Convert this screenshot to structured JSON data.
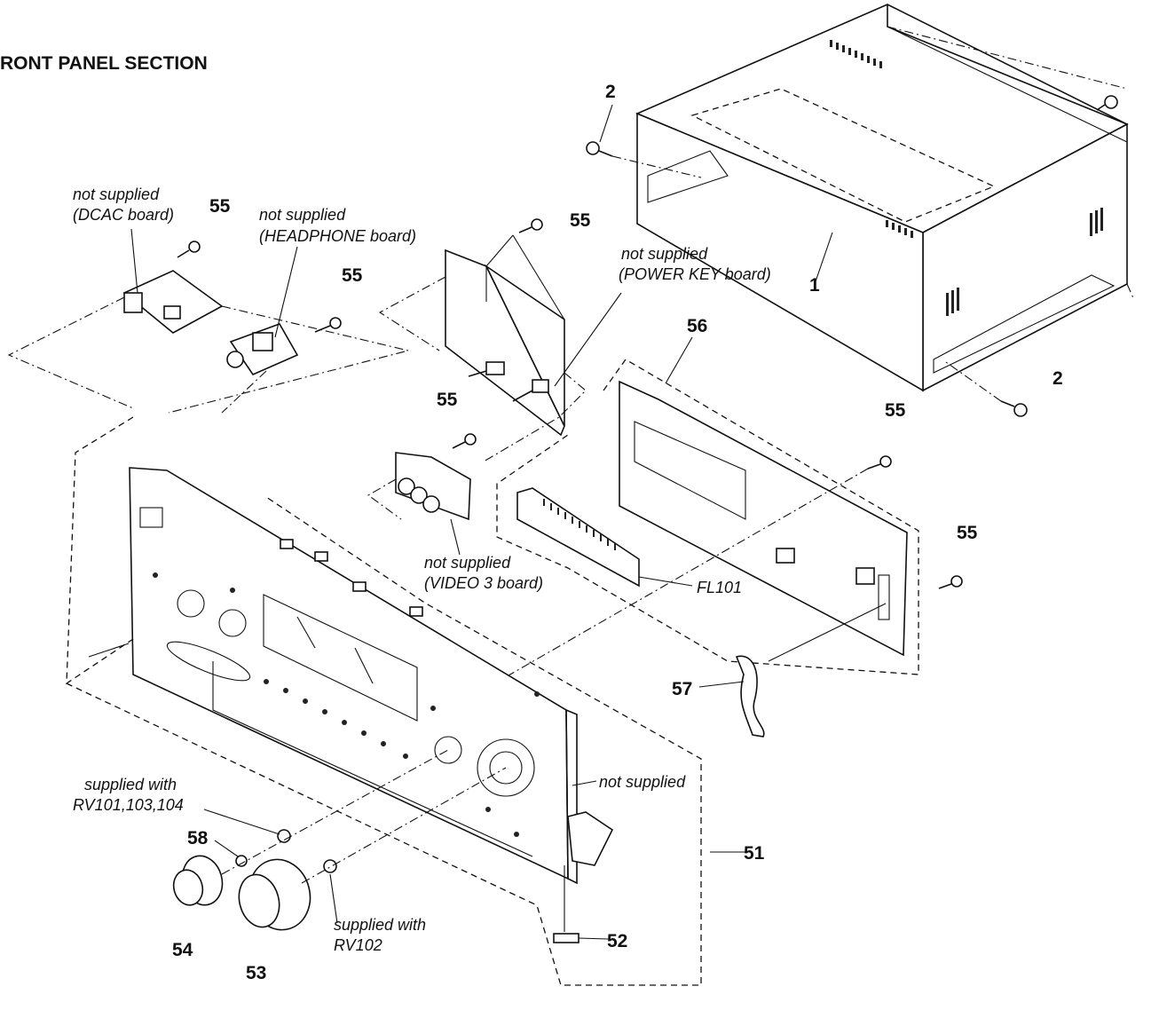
{
  "title": "RONT PANEL SECTION",
  "callouts": {
    "c1": "1",
    "c2a": "2",
    "c2b": "2",
    "c51": "51",
    "c52": "52",
    "c53": "53",
    "c54": "54",
    "c55a": "55",
    "c55b": "55",
    "c55c": "55",
    "c55d": "55",
    "c55e": "55",
    "c55f": "55",
    "c56": "56",
    "c57": "57",
    "c58": "58"
  },
  "notes": {
    "dcac_1": "not supplied",
    "dcac_2": "(DCAC board)",
    "headphone_1": "not supplied",
    "headphone_2": "(HEADPHONE board)",
    "powerkey_1": "not supplied",
    "powerkey_2": "(POWER KEY board)",
    "video3_1": "not supplied",
    "video3_2": "(VIDEO 3 board)",
    "fl101": "FL101",
    "panel": "not supplied",
    "rv101_1": "supplied with",
    "rv101_2": "RV101,103,104",
    "rv102_1": "supplied with",
    "rv102_2": "RV102"
  }
}
